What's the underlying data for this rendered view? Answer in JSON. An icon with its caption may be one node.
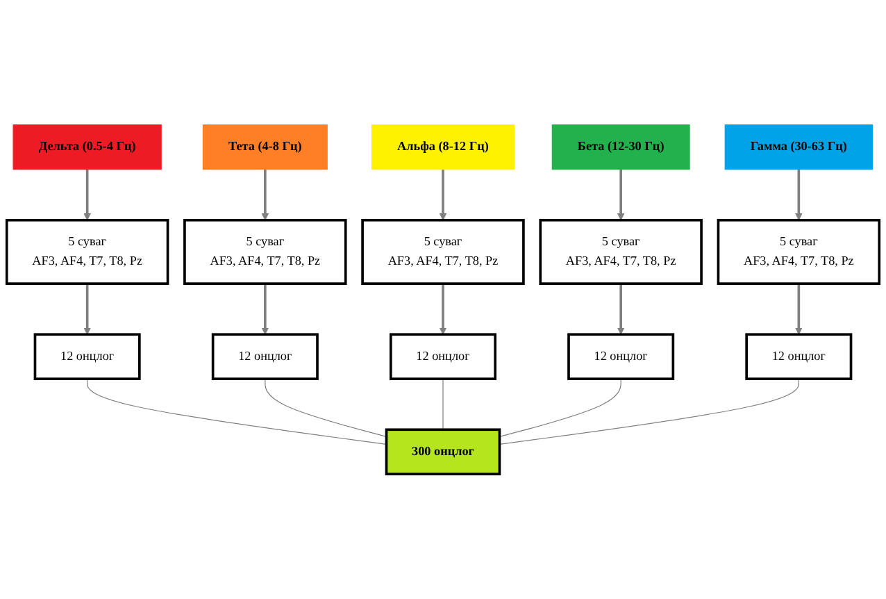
{
  "diagram": {
    "nodes": [
      {
        "text": [
          "Дельта (0.5-4 Гц)"
        ]
      },
      {
        "text": [
          "Тета (4-8 Гц)"
        ]
      },
      {
        "text": [
          "Альфа (8-12 Гц)"
        ]
      },
      {
        "text": [
          "Бета (12-30 Гц)"
        ]
      },
      {
        "text": [
          "Гамма (30-63 Гц)"
        ]
      },
      {
        "text": [
          "5 суваг",
          "AF3, AF4, T7, T8, Pz"
        ]
      },
      {
        "text": [
          "5 суваг",
          "AF3, AF4, T7, T8, Pz"
        ]
      },
      {
        "text": [
          "5 суваг",
          "AF3, AF4, T7, T8, Pz"
        ]
      },
      {
        "text": [
          "5 суваг",
          "AF3, AF4, T7, T8, Pz"
        ]
      },
      {
        "text": [
          "5 суваг",
          "AF3, AF4, T7, T8, Pz"
        ]
      },
      {
        "text": [
          "12 онцлог"
        ]
      },
      {
        "text": [
          "12 онцлог"
        ]
      },
      {
        "text": [
          "12 онцлог"
        ]
      },
      {
        "text": [
          "12 онцлог"
        ]
      },
      {
        "text": [
          "12 онцлог"
        ]
      },
      {
        "text": [
          "300 онцлог"
        ]
      }
    ],
    "edges": [
      {
        "from": 0,
        "to": 5,
        "arrow": "to"
      },
      {
        "from": 1,
        "to": 6,
        "arrow": "to"
      },
      {
        "from": 2,
        "to": 7,
        "arrow": "to"
      },
      {
        "from": 3,
        "to": 8,
        "arrow": "to"
      },
      {
        "from": 4,
        "to": 9,
        "arrow": "to"
      },
      {
        "from": 5,
        "to": 10,
        "arrow": "to"
      },
      {
        "from": 6,
        "to": 11,
        "arrow": "to"
      },
      {
        "from": 7,
        "to": 12,
        "arrow": "to"
      },
      {
        "from": 8,
        "to": 13,
        "arrow": "to"
      },
      {
        "from": 9,
        "to": 14,
        "arrow": "to"
      },
      {
        "from": 10,
        "to": 15,
        "arrow": "none"
      },
      {
        "from": 11,
        "to": 15,
        "arrow": "none"
      },
      {
        "from": 12,
        "to": 15,
        "arrow": "none"
      },
      {
        "from": 13,
        "to": 15,
        "arrow": "none"
      },
      {
        "from": 14,
        "to": 15,
        "arrow": "none"
      }
    ]
  }
}
